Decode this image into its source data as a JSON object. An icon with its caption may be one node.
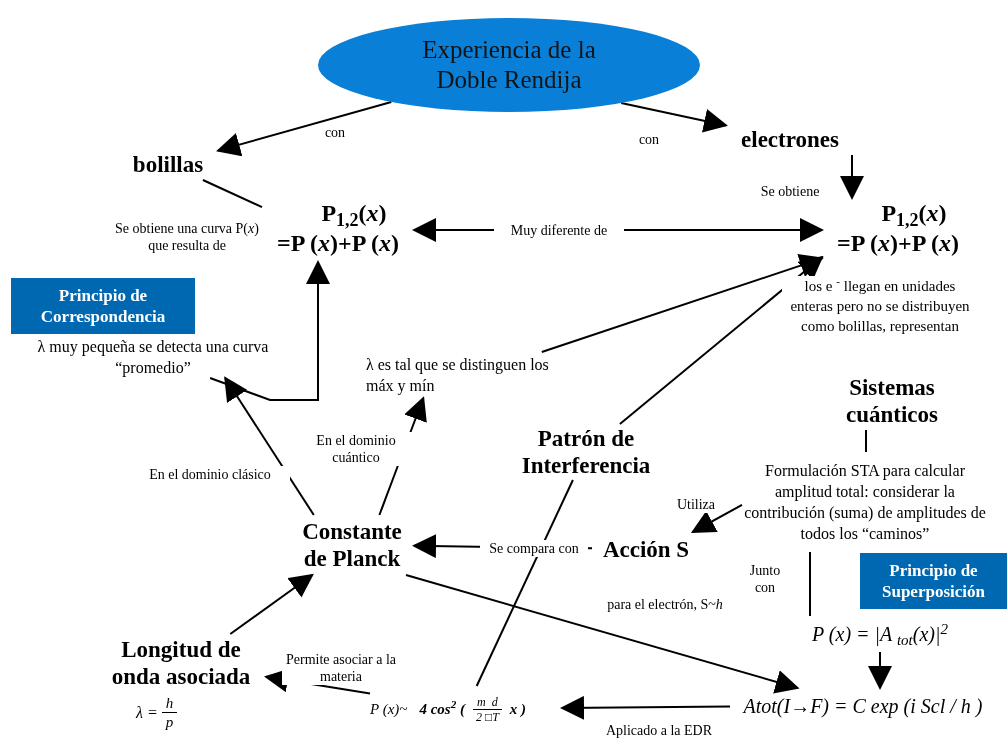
{
  "diagram": {
    "nodes": [
      {
        "text": [
          "Experiencia de la Doble Rendija"
        ]
      },
      {
        "text": [
          "bolillas"
        ]
      },
      {
        "text": [
          "electrones"
        ]
      },
      {
        "text": [
          "P$_{1,2}$(*x*)",
          "=P (*x*)+P (*x*)"
        ]
      },
      {
        "text": [
          "P$_{1,2}$(*x*)",
          "=P (*x*)+P (*x*)"
        ]
      },
      {
        "text": [
          "Principio de Correspondencia"
        ]
      },
      {
        "text": [
          "λ  muy pequeña se detecta una curva “promedio”"
        ]
      },
      {
        "text": [
          "λ es tal que se distinguen los máx y mín"
        ]
      },
      {
        "text": [
          "Sistemas cuánticos"
        ]
      },
      {
        "text": [
          "Patrón de Interferencia"
        ]
      },
      {
        "text": [
          "Formulación STA para calcular amplitud total: considerar la contribución (suma) de amplitudes de todos los “caminos”"
        ]
      },
      {
        "text": [
          "Acción S"
        ]
      },
      {
        "text": [
          "Constante de Planck"
        ]
      },
      {
        "text": [
          "Longitud de onda asociada"
        ],
        "beside": [
          "λ =",
          "h",
          "p"
        ]
      },
      {
        "text": [
          "Principio de Superposición"
        ]
      },
      {
        "text": [
          "P (x) = |A $_{tot}$(x)|$^{2}$"
        ]
      },
      {
        "text": [
          "Atot(I→F) = C exp (i Scl / h )"
        ]
      },
      {
        "text": [
          "P (x)~",
          "4 cos$^{2}$ (",
          "m  d",
          "2 □T",
          "x )"
        ]
      }
    ],
    "edges": [
      {
        "from": 0,
        "to": 1,
        "arrow": "to",
        "label": "con"
      },
      {
        "from": 0,
        "to": 2,
        "arrow": "to",
        "label": "con"
      },
      {
        "from": 2,
        "to": 4,
        "arrow": "to",
        "label": "Se obtiene"
      },
      {
        "from": 1,
        "to": 3,
        "arrow": "none",
        "label": "Se obtiene una curva P(*x*) que resulta de"
      },
      {
        "from": 3,
        "to": 4,
        "arrow": "both",
        "label": "Muy diferente de"
      },
      {
        "from": 12,
        "to": 6,
        "arrow": "to",
        "label": "En el dominio clásico"
      },
      {
        "from": 12,
        "to": 7,
        "arrow": "to",
        "label": "En  el dominio cuántico"
      },
      {
        "from": 6,
        "to": 3,
        "arrow": "to"
      },
      {
        "from": 7,
        "to": 4,
        "arrow": "to"
      },
      {
        "from": 9,
        "to": 4,
        "arrow": "to"
      },
      {
        "from": 8,
        "to": 10,
        "arrow": "none"
      },
      {
        "from": 10,
        "to": 11,
        "arrow": "to",
        "label": "Utiliza"
      },
      {
        "from": 11,
        "to": 12,
        "arrow": "to",
        "label": "Se compara con"
      },
      {
        "from": 13,
        "to": 12,
        "arrow": "to"
      },
      {
        "from": 17,
        "to": 13,
        "arrow": "to",
        "label": "Permite asociar a la materia"
      },
      {
        "from": 17,
        "to": 9,
        "arrow": "none"
      },
      {
        "from": 12,
        "to": 16,
        "arrow": "to",
        "label": "para el electrón, S~*h*"
      },
      {
        "from": 10,
        "to": 15,
        "arrow": "none",
        "label": "Junto con"
      },
      {
        "from": 15,
        "to": 16,
        "arrow": "to"
      },
      {
        "from": 16,
        "to": 17,
        "arrow": "to",
        "label": "Aplicado a la EDR"
      }
    ],
    "labels": [
      "los e $^{-}$ llegan en unidades enteras  pero no se distribuyen como bolillas, representan"
    ]
  }
}
